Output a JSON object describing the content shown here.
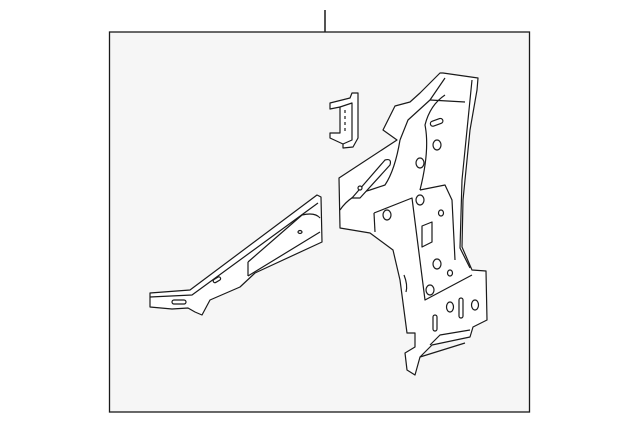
{
  "diagram": {
    "colors": {
      "page_background": "#ffffff",
      "panel_background": "#f6f6f6",
      "line": "#1a1a1a",
      "part_fill": "#ffffff"
    },
    "parts": [
      {
        "name": "main-pillar-panel"
      },
      {
        "name": "small-bracket"
      },
      {
        "name": "apron-reinforcement-arm"
      }
    ]
  }
}
